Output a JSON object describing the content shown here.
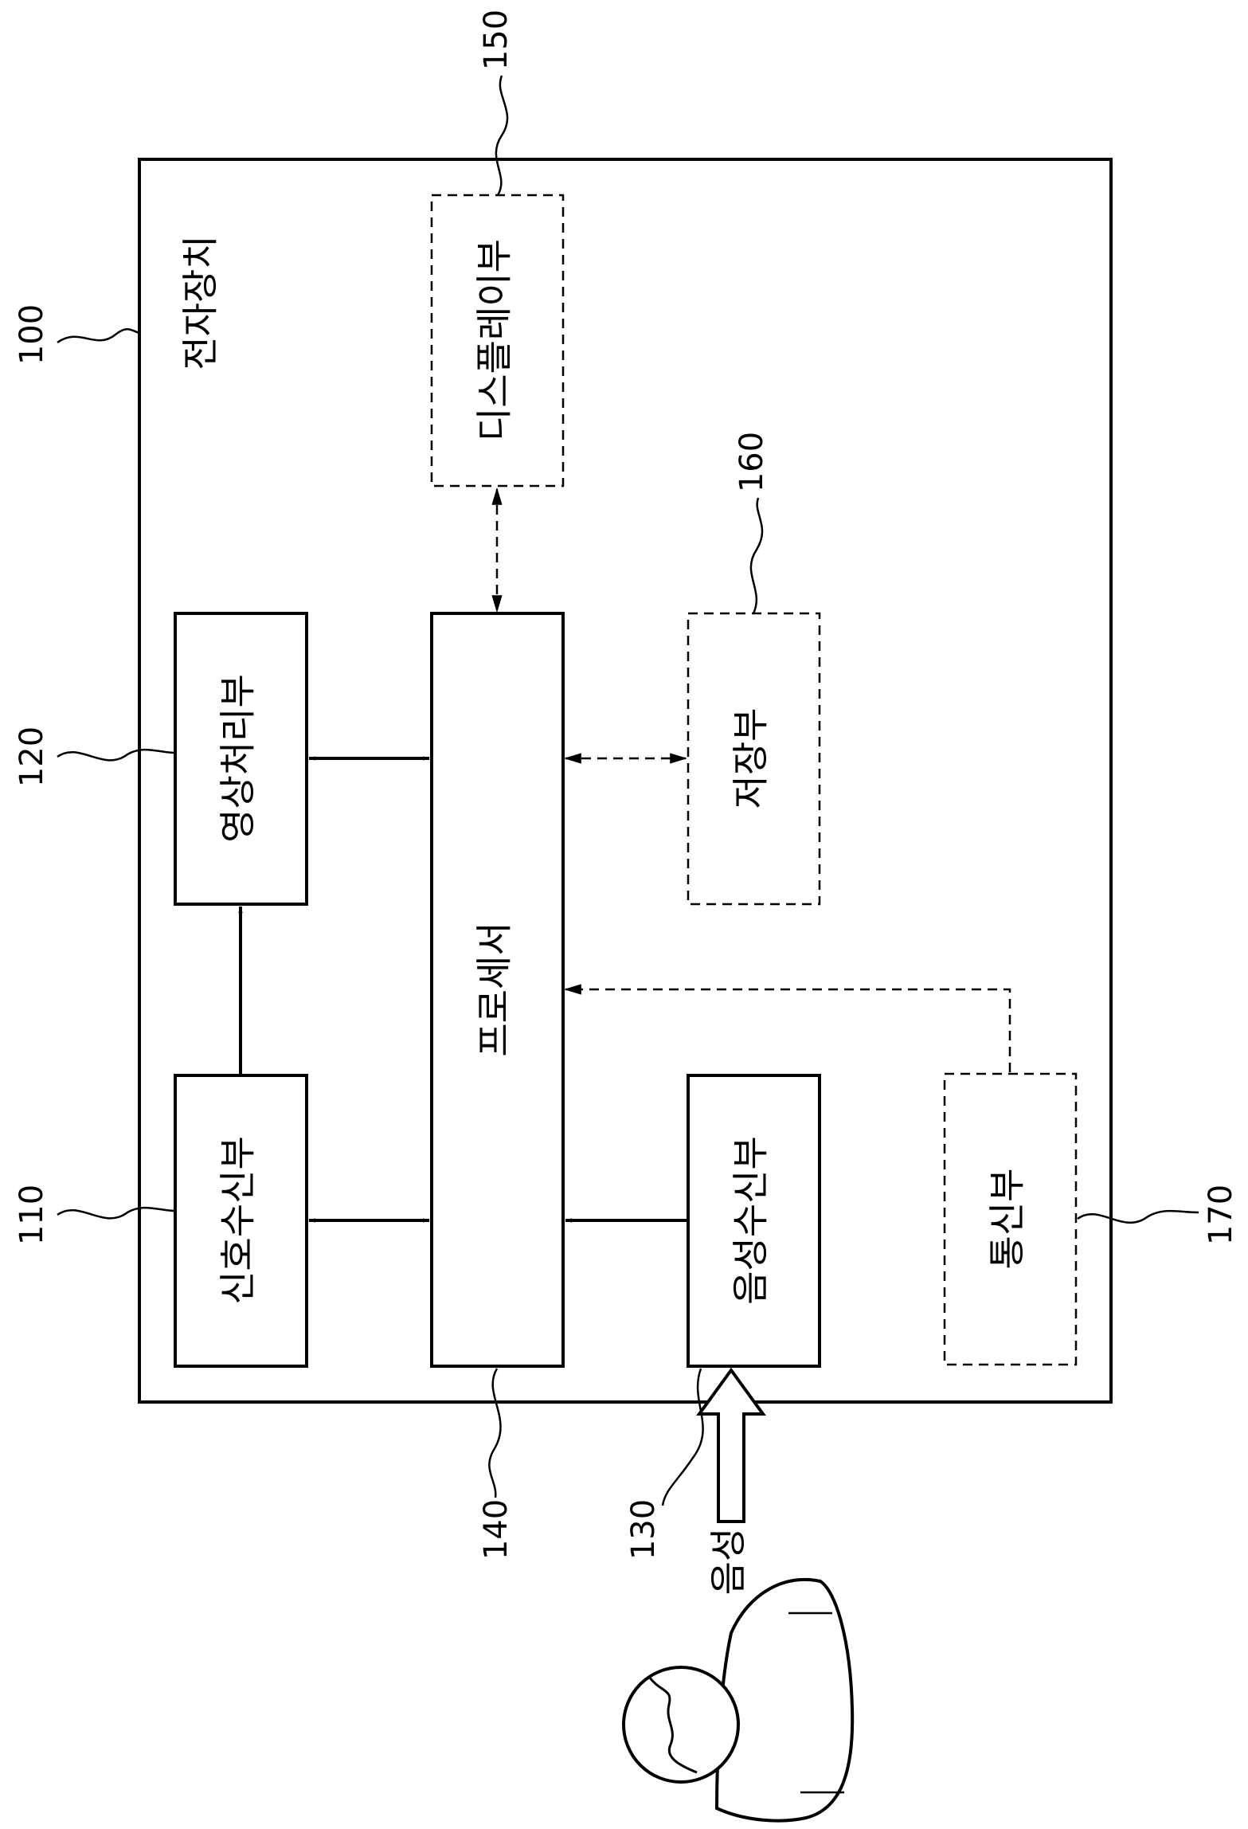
{
  "figure": {
    "device": {
      "ref": "100",
      "label": "전자장치"
    },
    "blocks": {
      "signal_receiver": {
        "ref": "110",
        "label": "신호수신부",
        "style": "solid"
      },
      "image_processor": {
        "ref": "120",
        "label": "영상처리부",
        "style": "solid"
      },
      "voice_receiver": {
        "ref": "130",
        "label": "음성수신부",
        "style": "solid"
      },
      "processor": {
        "ref": "140",
        "label": "프로세서",
        "style": "solid"
      },
      "display": {
        "ref": "150",
        "label": "디스플레이부",
        "style": "dashed"
      },
      "storage": {
        "ref": "160",
        "label": "저장부",
        "style": "dashed"
      },
      "communication": {
        "ref": "170",
        "label": "통신부",
        "style": "dashed"
      }
    },
    "voice_input_label": "음성",
    "connections": [
      {
        "from": "signal_receiver",
        "to": "processor",
        "type": "bidirectional",
        "style": "solid"
      },
      {
        "from": "image_processor",
        "to": "processor",
        "type": "bidirectional",
        "style": "solid"
      },
      {
        "from": "signal_receiver",
        "to": "image_processor",
        "type": "one-way",
        "style": "solid"
      },
      {
        "from": "voice_receiver",
        "to": "processor",
        "type": "one-way",
        "style": "solid"
      },
      {
        "from": "display",
        "to": "processor",
        "type": "bidirectional",
        "style": "dashed"
      },
      {
        "from": "storage",
        "to": "processor",
        "type": "bidirectional",
        "style": "dashed"
      },
      {
        "from": "communication",
        "to": "processor",
        "type": "one-way",
        "style": "dashed"
      }
    ]
  }
}
